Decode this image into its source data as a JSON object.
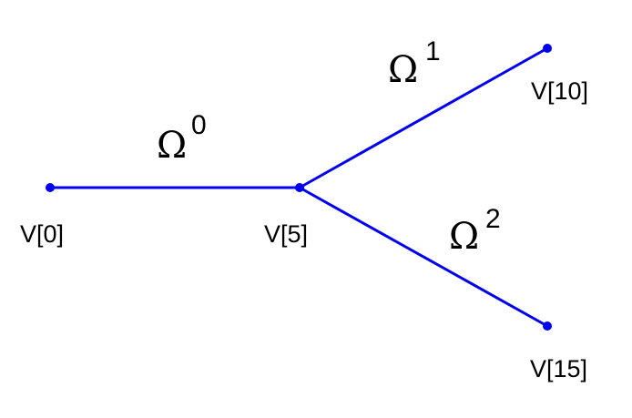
{
  "colors": {
    "edge": "#0000ee",
    "text": "#000000",
    "background": "#ffffff"
  },
  "vertices": [
    {
      "id": "v0",
      "label": "V[0]"
    },
    {
      "id": "v5",
      "label": "V[5]"
    },
    {
      "id": "v10",
      "label": "V[10]"
    },
    {
      "id": "v15",
      "label": "V[15]"
    }
  ],
  "edges": [
    {
      "id": "edge0",
      "from": "v0",
      "to": "v5",
      "symbol": "Ω",
      "index": "0"
    },
    {
      "id": "edge1",
      "from": "v5",
      "to": "v10",
      "symbol": "Ω",
      "index": "1"
    },
    {
      "id": "edge2",
      "from": "v5",
      "to": "v15",
      "symbol": "Ω",
      "index": "2"
    }
  ]
}
